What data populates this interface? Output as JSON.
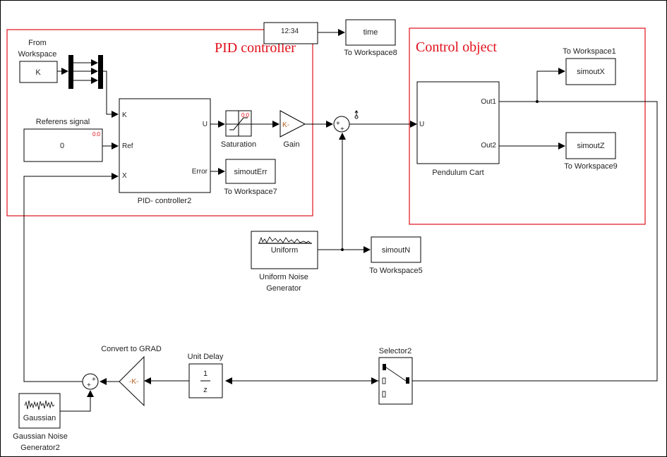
{
  "regions": {
    "pid": {
      "title": "PID controller",
      "color": "#e0101a"
    },
    "plant": {
      "title": "Control object",
      "color": "#e0101a"
    }
  },
  "blocks": {
    "clock": {
      "text": "12:34"
    },
    "time_ws": {
      "text": "time",
      "label": "To Workspace8"
    },
    "from_ws": {
      "text": "K",
      "label_line1": "From",
      "label_line2": "Workspace"
    },
    "ref": {
      "text": "0",
      "label": "Referens signal",
      "badge": "0:0"
    },
    "pid": {
      "label": "PID- controller2",
      "ports_in": [
        "K",
        "Ref",
        "X"
      ],
      "ports_out": [
        "U",
        "Error"
      ]
    },
    "saturation": {
      "label": "Saturation",
      "badge": "0:0"
    },
    "gain": {
      "text": "K-",
      "label": "Gain"
    },
    "err_ws": {
      "text": "simoutErr",
      "label": "To Workspace7"
    },
    "plant": {
      "label": "Pendulum Cart",
      "ports_in": [
        "U"
      ],
      "ports_out": [
        "Out1",
        "Out2"
      ]
    },
    "x_ws": {
      "text": "simoutX",
      "label": "To Workspace1"
    },
    "z_ws": {
      "text": "simoutZ",
      "label": "To Workspace9"
    },
    "uniform": {
      "text": "Uniform",
      "label_line1": "Uniform Noise",
      "label_line2": "Generator"
    },
    "n_ws": {
      "text": "simoutN",
      "label": "To Workspace5"
    },
    "selector": {
      "label": "Selector2"
    },
    "delay": {
      "num": "1",
      "den": "z",
      "label": "Unit Delay"
    },
    "grad": {
      "text": "-K-",
      "label": "Convert to GRAD"
    },
    "gaussian": {
      "text": "Gaussian",
      "label_line1": "Gaussian Noise",
      "label_line2": "Generator2"
    },
    "sum1": {
      "signs": "+ +"
    },
    "sum2": {
      "signs": "+ +"
    }
  }
}
